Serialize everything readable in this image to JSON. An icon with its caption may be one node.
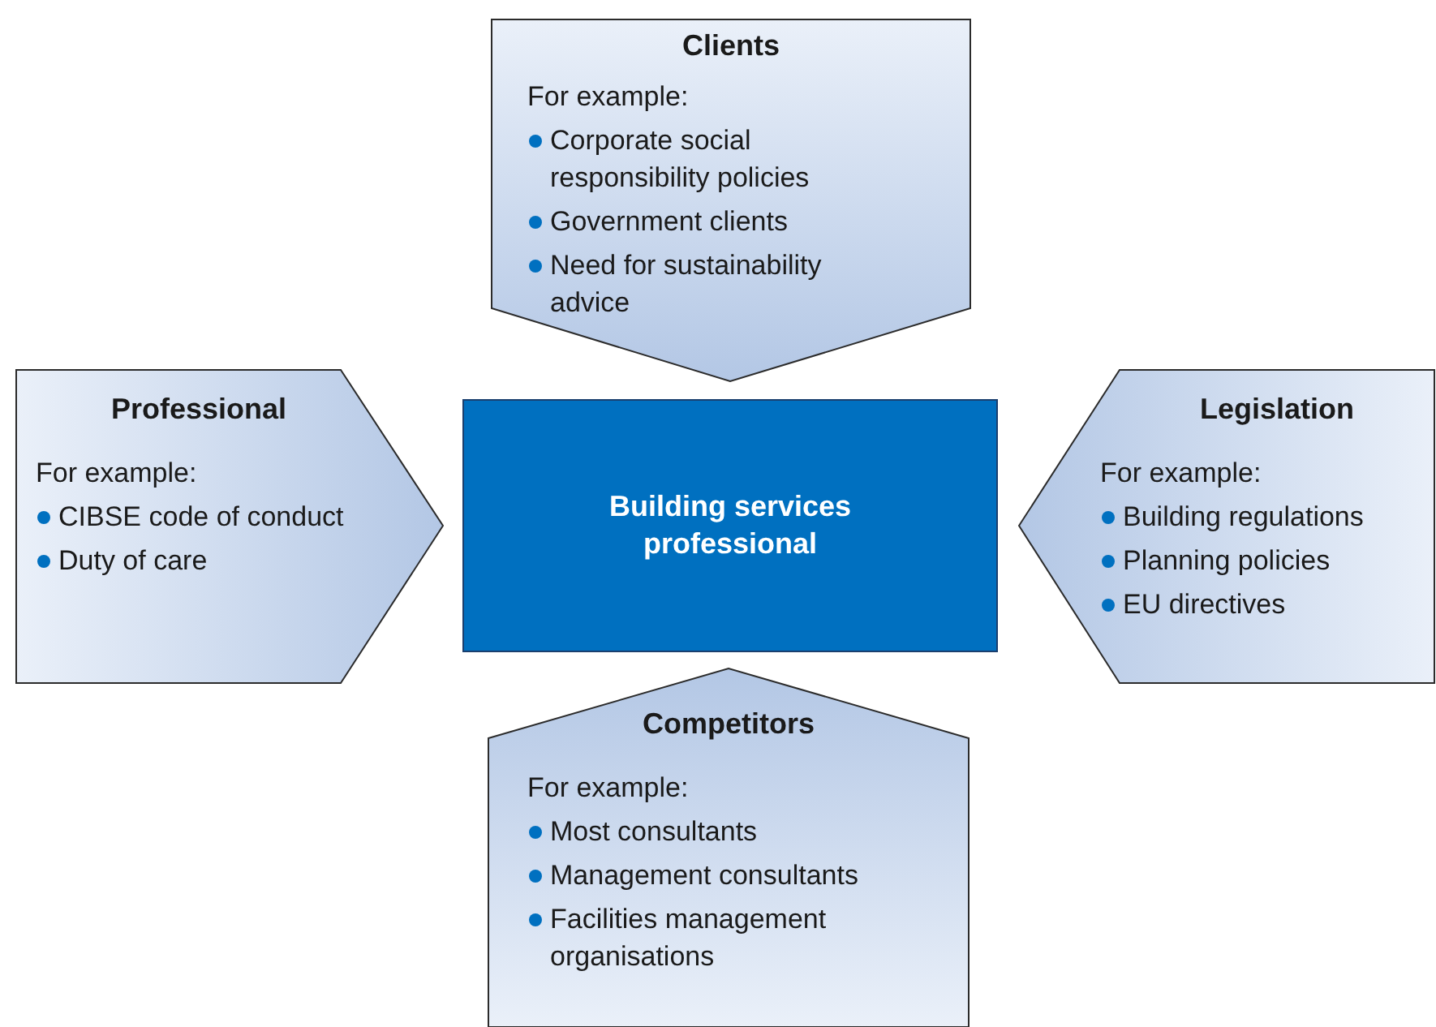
{
  "diagram": {
    "nodes": [
      {
        "text": [
          "Clients",
          "For example:",
          "Corporate social responsibility policies",
          "Government clients",
          "Need for sustainability advice"
        ]
      },
      {
        "text": [
          "Professional",
          "For example:",
          "CIBSE code of conduct",
          "Duty of care"
        ]
      },
      {
        "text": [
          "Building services professional"
        ]
      },
      {
        "text": [
          "Legislation",
          "For example:",
          "Building regulations",
          "Planning policies",
          "EU directives"
        ]
      },
      {
        "text": [
          "Competitors",
          "For example:",
          "Most consultants",
          "Management consultants",
          "Facilities management organisations"
        ]
      }
    ]
  }
}
